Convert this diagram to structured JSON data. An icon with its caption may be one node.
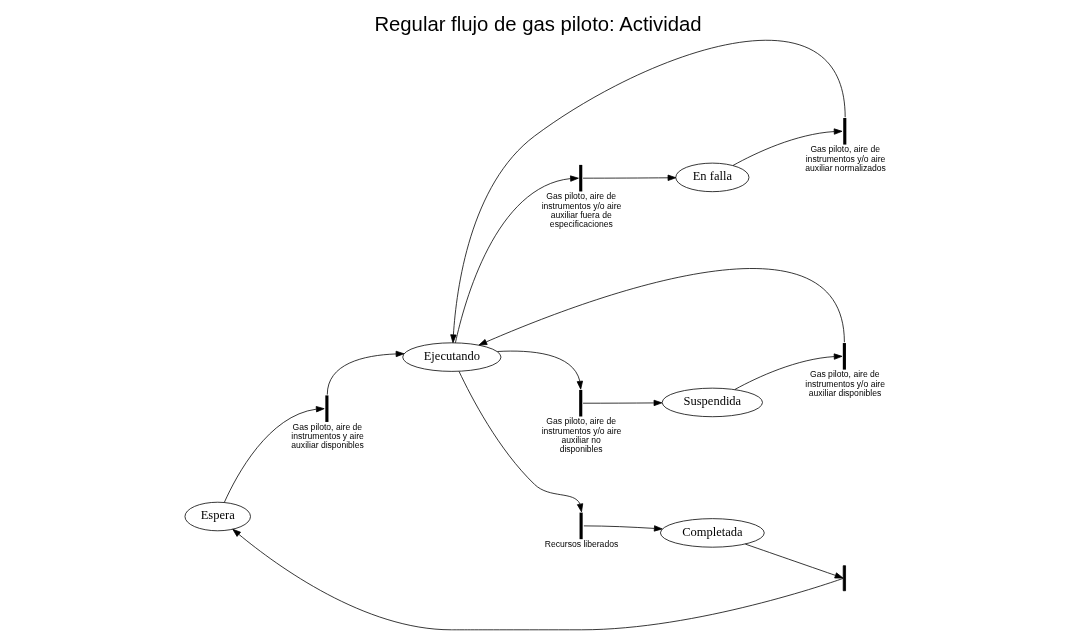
{
  "diagram": {
    "title": "Regular flujo de gas piloto: Actividad",
    "nodes": [
      {
        "text": [
          "Espera"
        ]
      },
      {
        "text": [
          "Ejecutando"
        ]
      },
      {
        "text": [
          "Suspendida"
        ]
      },
      {
        "text": [
          "Completada"
        ]
      },
      {
        "text": [
          "En falla"
        ]
      },
      {
        "text": [],
        "shape": "bar",
        "beside": [
          "Gas piloto, aire de instrumentos y aire auxiliar disponibles"
        ]
      },
      {
        "text": [],
        "shape": "bar",
        "beside": [
          "Gas piloto, aire de instrumentos y/o aire auxiliar no disponibles"
        ]
      },
      {
        "text": [],
        "shape": "bar",
        "beside": [
          "Gas piloto, aire de instrumentos y/o aire auxiliar disponibles"
        ]
      },
      {
        "text": [],
        "shape": "bar",
        "beside": [
          "Recursos liberados"
        ]
      },
      {
        "text": [],
        "shape": "bar"
      },
      {
        "text": [],
        "shape": "bar",
        "beside": [
          "Gas piloto, aire de instrumentos y/o aire auxiliar fuera de especificaciones"
        ]
      },
      {
        "text": [],
        "shape": "bar",
        "beside": [
          "Gas piloto, aire de instrumentos y/o aire auxiliar normalizados"
        ]
      }
    ],
    "edges": [
      {
        "from": 0,
        "to": 5,
        "arrow": "to"
      },
      {
        "from": 5,
        "to": 1,
        "arrow": "to"
      },
      {
        "from": 1,
        "to": 6,
        "arrow": "to"
      },
      {
        "from": 6,
        "to": 2,
        "arrow": "to"
      },
      {
        "from": 2,
        "to": 7,
        "arrow": "to"
      },
      {
        "from": 7,
        "to": 1,
        "arrow": "to"
      },
      {
        "from": 1,
        "to": 8,
        "arrow": "to"
      },
      {
        "from": 8,
        "to": 3,
        "arrow": "to"
      },
      {
        "from": 3,
        "to": 9,
        "arrow": "to"
      },
      {
        "from": 9,
        "to": 0,
        "arrow": "to"
      },
      {
        "from": 1,
        "to": 10,
        "arrow": "to"
      },
      {
        "from": 10,
        "to": 4,
        "arrow": "to"
      },
      {
        "from": 4,
        "to": 11,
        "arrow": "to"
      },
      {
        "from": 11,
        "to": 1,
        "arrow": "to"
      }
    ]
  }
}
